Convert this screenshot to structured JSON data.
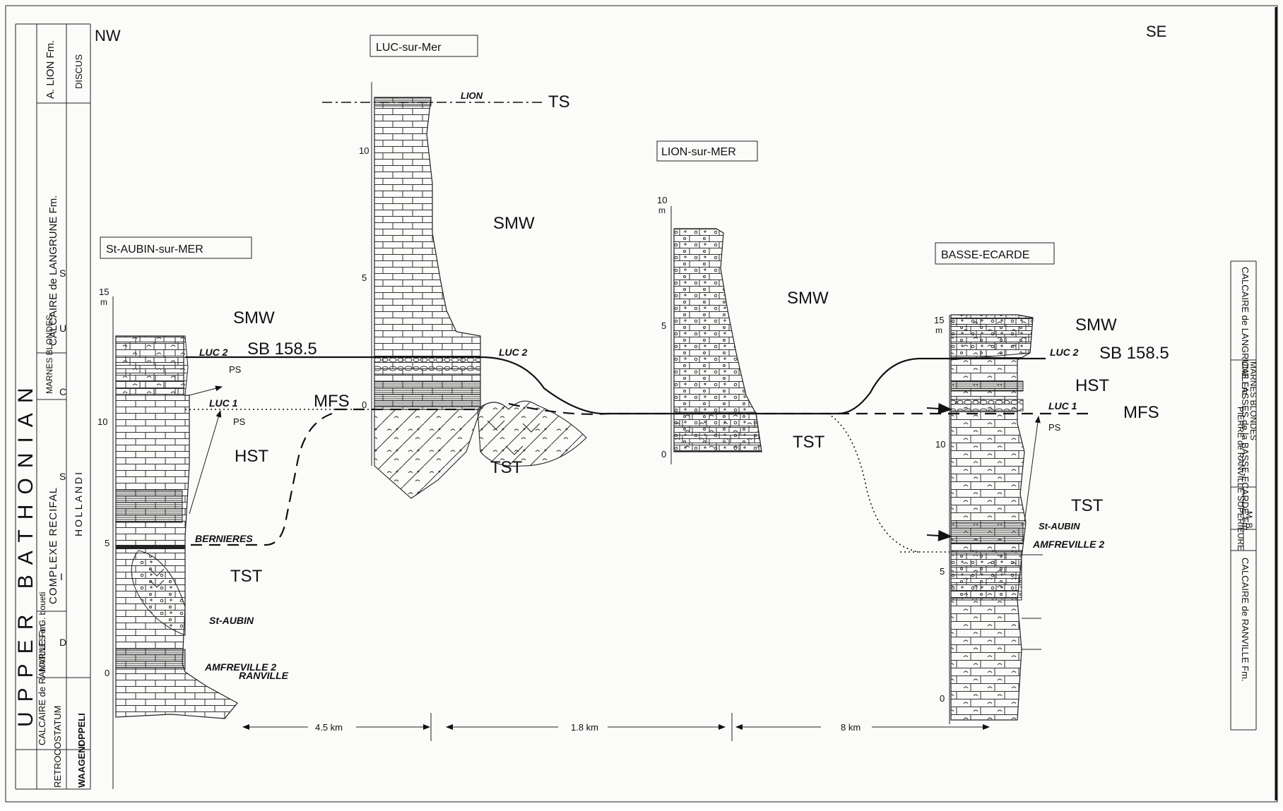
{
  "orientation": {
    "left": "NW",
    "right": "SE"
  },
  "strat_column_left": {
    "stage": "UPPER BATHONIAN",
    "formations": [
      "CALCAIRE de RANVILLE Fm.",
      "MARNES à G. boueti",
      "COMPLEXE RECIFAL",
      "MARNES BLONDES",
      "CALCAIRE de LANGRUNE Fm.",
      "A. LION Fm."
    ],
    "zones": [
      "RETROCOSTATUM",
      "D",
      "I",
      "S",
      "C",
      "U",
      "S"
    ],
    "subzones": [
      "WAAGENI",
      "OPPELI",
      "HOLLANDI",
      "DISCUS"
    ]
  },
  "strat_column_right": [
    {
      "label": "CALCAIRE de LANGRUNE Fm."
    },
    {
      "label": "CAILLASSES de la BASSE-ECARDE Fm."
    },
    {
      "label": "MARNES BLONDES"
    },
    {
      "label": "PIERRE de RANVILLE SUPERIEURE"
    },
    {
      "label": "M. B."
    },
    {
      "label": "CALCAIRE de RANVILLE Fm."
    }
  ],
  "sections": [
    {
      "name": "St-AUBIN-sur-MER",
      "ticks": [
        "15",
        "m",
        "10",
        "5",
        "0"
      ]
    },
    {
      "name": "LUC-sur-Mer",
      "ticks": [
        "10",
        "5",
        "0"
      ]
    },
    {
      "name": "LION-sur-MER",
      "ticks": [
        "10",
        "m",
        "5",
        "0"
      ]
    },
    {
      "name": "BASSE-ECARDE",
      "ticks": [
        "15",
        "m",
        "10",
        "5",
        "0"
      ]
    }
  ],
  "systems_tracts": [
    "SMW",
    "HST",
    "TST"
  ],
  "surfaces": {
    "sb": "SB 158.5",
    "mfs": "MFS",
    "ts": "TS",
    "ps": "PS"
  },
  "marker_beds": [
    "LION",
    "LUC 2",
    "LUC 1",
    "BERNIERES",
    "St-AUBIN",
    "AMFREVILLE 2",
    "RANVILLE"
  ],
  "distances": [
    "4.5 km",
    "1.8 km",
    "8 km"
  ]
}
